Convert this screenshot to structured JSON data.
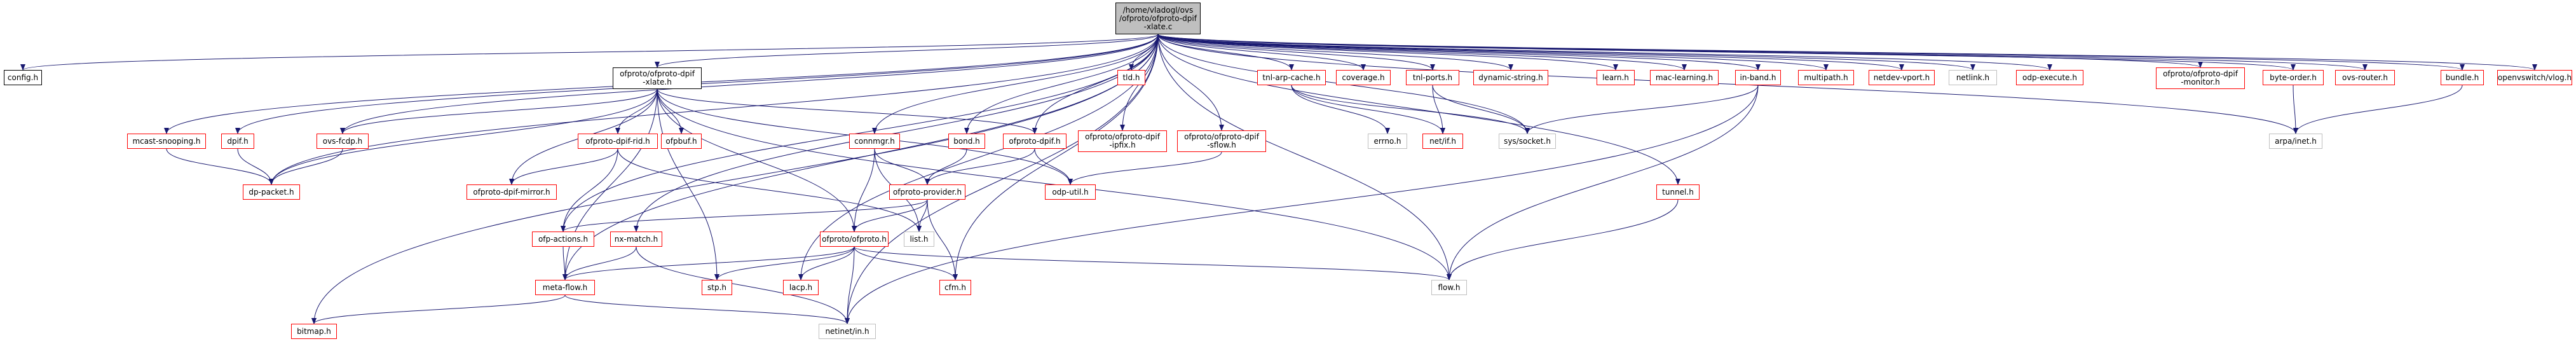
{
  "colors": {
    "edge": "#191970",
    "missing_border": "#ff0000",
    "root_fill": "#bfbfbf",
    "system_border": "#bfbfbf"
  },
  "nodes": {
    "root": "/home/vladogl/ovs\n/ofproto/ofproto-dpif\n-xlate.c",
    "config_h": "config.h",
    "ofproto_dpif_xlate_h": "ofproto/ofproto-dpif\n-xlate.h",
    "mcast_snooping_h": "mcast-snooping.h",
    "dpif_h": "dpif.h",
    "ovs_fcdp_h": "ovs-fcdp.h",
    "ofproto_dpif_rid_h": "ofproto-dpif-rid.h",
    "ofpbuf_h": "ofpbuf.h",
    "connmgr_h": "connmgr.h",
    "bond_h": "bond.h",
    "ofproto_dpif_h": "ofproto-dpif.h",
    "ofproto_dpif_ipfix_h": "ofproto/ofproto-dpif\n-ipfix.h",
    "ofproto_dpif_sflow_h": "ofproto/ofproto-dpif\n-sflow.h",
    "tld_h": "tld.h",
    "tnl_arp_cache_h": "tnl-arp-cache.h",
    "coverage_h": "coverage.h",
    "tnl_ports_h": "tnl-ports.h",
    "dynamic_string_h": "dynamic-string.h",
    "learn_h": "learn.h",
    "mac_learning_h": "mac-learning.h",
    "in_band_h": "in-band.h",
    "multipath_h": "multipath.h",
    "netdev_vport_h": "netdev-vport.h",
    "netlink_h": "netlink.h",
    "odp_execute_h": "odp-execute.h",
    "ofproto_dpif_monitor_h": "ofproto/ofproto-dpif\n-monitor.h",
    "byte_order_h": "byte-order.h",
    "ovs_router_h": "ovs-router.h",
    "bundle_h": "bundle.h",
    "openvswitch_vlog_h": "openvswitch/vlog.h",
    "errno_h": "errno.h",
    "net_if_h": "net/if.h",
    "sys_socket_h": "sys/socket.h",
    "arpa_inet_h": "arpa/inet.h",
    "dp_packet_h": "dp-packet.h",
    "ofproto_dpif_mirror_h": "ofproto-dpif-mirror.h",
    "ofproto_provider_h": "ofproto-provider.h",
    "odp_util_h": "odp-util.h",
    "tunnel_h": "tunnel.h",
    "ofp_actions_h": "ofp-actions.h",
    "nx_match_h": "nx-match.h",
    "list_h": "list.h",
    "ofproto_ofproto_h": "ofproto/ofproto.h",
    "meta_flow_h": "meta-flow.h",
    "stp_h": "stp.h",
    "lacp_h": "lacp.h",
    "cfm_h": "cfm.h",
    "flow_h": "flow.h",
    "bitmap_h": "bitmap.h",
    "netinet_in_h": "netinet/in.h"
  }
}
